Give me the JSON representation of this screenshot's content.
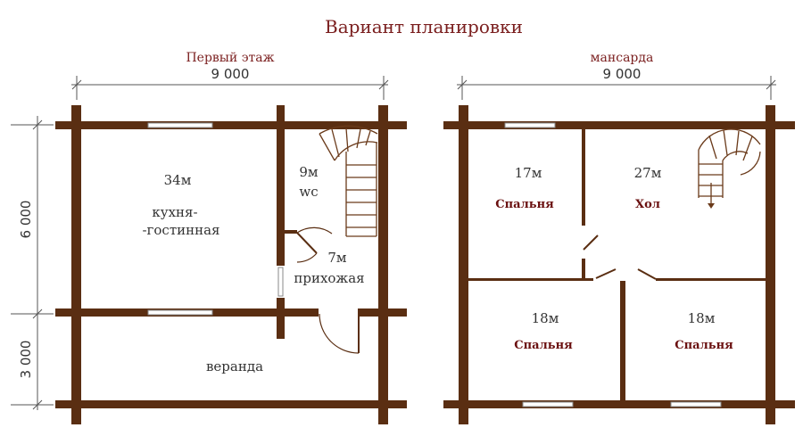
{
  "title": "Вариант планировки",
  "floor1": {
    "label": "Первый этаж",
    "width_dim": "9 000",
    "height_dim_top": "6 000",
    "height_dim_bottom": "3 000",
    "rooms": {
      "kitchen_area": "34м",
      "kitchen_name_1": "кухня-",
      "kitchen_name_2": "-гостинная",
      "wc_area": "9м",
      "wc_name": "wc",
      "hall_area": "7м",
      "hall_name": "прихожая",
      "veranda_name": "веранда"
    }
  },
  "floor2": {
    "label": "мансарда",
    "width_dim": "9 000",
    "rooms": {
      "bed1_area": "17м",
      "bed1_name": "Спальня",
      "hall_area": "27м",
      "hall_name": "Хол",
      "bed2_area": "18м",
      "bed2_name": "Спальня",
      "bed3_area": "18м",
      "bed3_name": "Спальня"
    }
  },
  "colors": {
    "wall": "#5a2e12",
    "title": "#7a1e1e",
    "text": "#333333"
  }
}
